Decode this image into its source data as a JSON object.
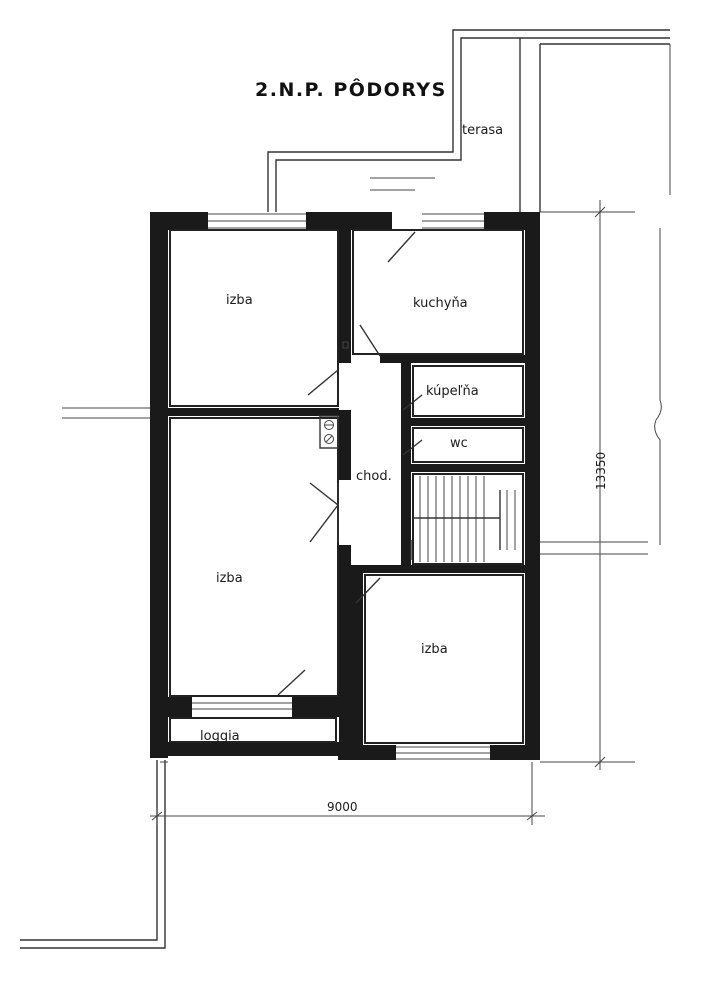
{
  "title": "2.N.P. PÔDORYS",
  "rooms": {
    "terrace": "terasa",
    "room_top_left": "izba",
    "kitchen": "kuchyňa",
    "bathroom": "kúpeľňa",
    "wc": "wc",
    "hall": "chod.",
    "room_left": "izba",
    "room_right": "izba",
    "loggia": "loggia"
  },
  "dimensions": {
    "width": "9000",
    "height": "13350"
  }
}
